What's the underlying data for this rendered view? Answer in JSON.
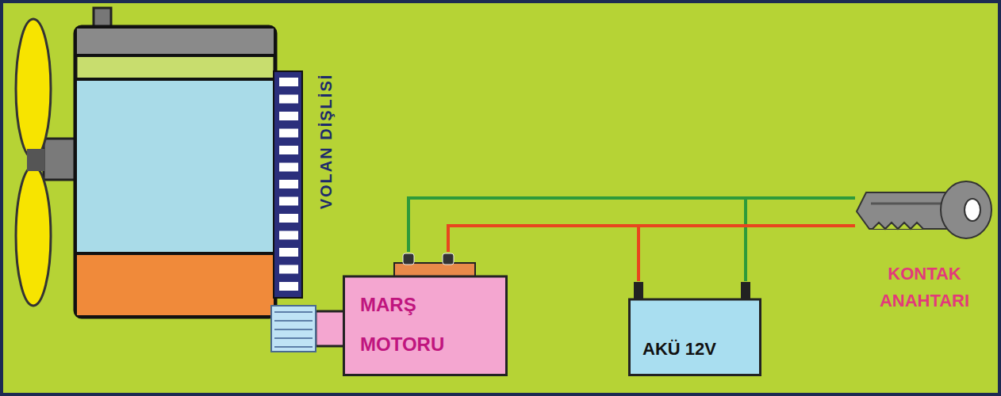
{
  "diagram": {
    "nodes": [
      {
        "text": [
          "MARŞ MOTORU"
        ]
      },
      {
        "text": [
          "AKÜ 12V"
        ]
      },
      {
        "text": [
          "KONTAK ANAHTARI"
        ]
      }
    ],
    "edges": [
      {
        "from": 0,
        "to": 2,
        "arrow": "none"
      },
      {
        "from": 0,
        "to": 1,
        "arrow": "none"
      },
      {
        "from": 0,
        "to": 2,
        "arrow": "none"
      },
      {
        "from": 0,
        "to": 1,
        "arrow": "none"
      }
    ],
    "labels": [
      "VOLAN DİŞLİSİ"
    ]
  }
}
